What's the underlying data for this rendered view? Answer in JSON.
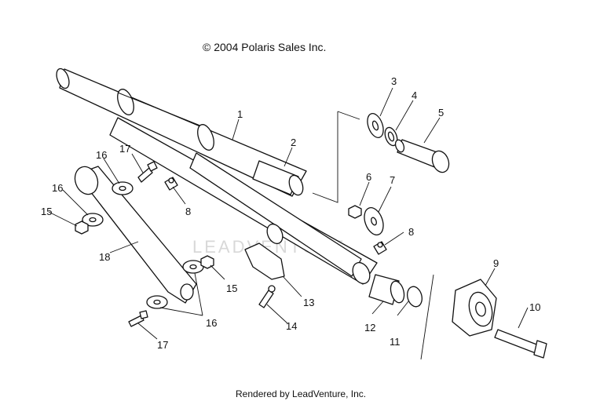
{
  "copyright": "© 2004 Polaris Sales Inc.",
  "footer": "Rendered by LeadVenture, Inc.",
  "watermark": "LEADVENTURE",
  "callouts": [
    "1",
    "2",
    "3",
    "4",
    "5",
    "6",
    "7",
    "8",
    "8",
    "9",
    "10",
    "11",
    "12",
    "13",
    "14",
    "15",
    "15",
    "16",
    "16",
    "16",
    "17",
    "17",
    "18"
  ]
}
